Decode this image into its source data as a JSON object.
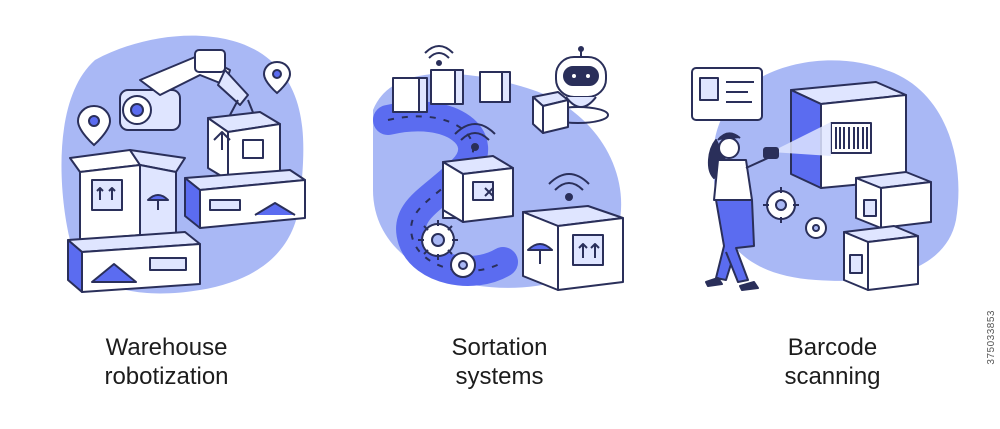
{
  "panels": [
    {
      "caption_line1": "Warehouse",
      "caption_line2": "robotization",
      "icon": "robot-arm-warehouse"
    },
    {
      "caption_line1": "Sortation",
      "caption_line2": "systems",
      "icon": "conveyor-sorting-robot"
    },
    {
      "caption_line1": "Barcode",
      "caption_line2": "scanning",
      "icon": "woman-barcode-scanner"
    }
  ],
  "stock_id": "375033853",
  "colors": {
    "blob": "#a9b8f5",
    "accent": "#5b6cf0",
    "dark": "#2a2f5a",
    "light": "#dfe5ff"
  }
}
